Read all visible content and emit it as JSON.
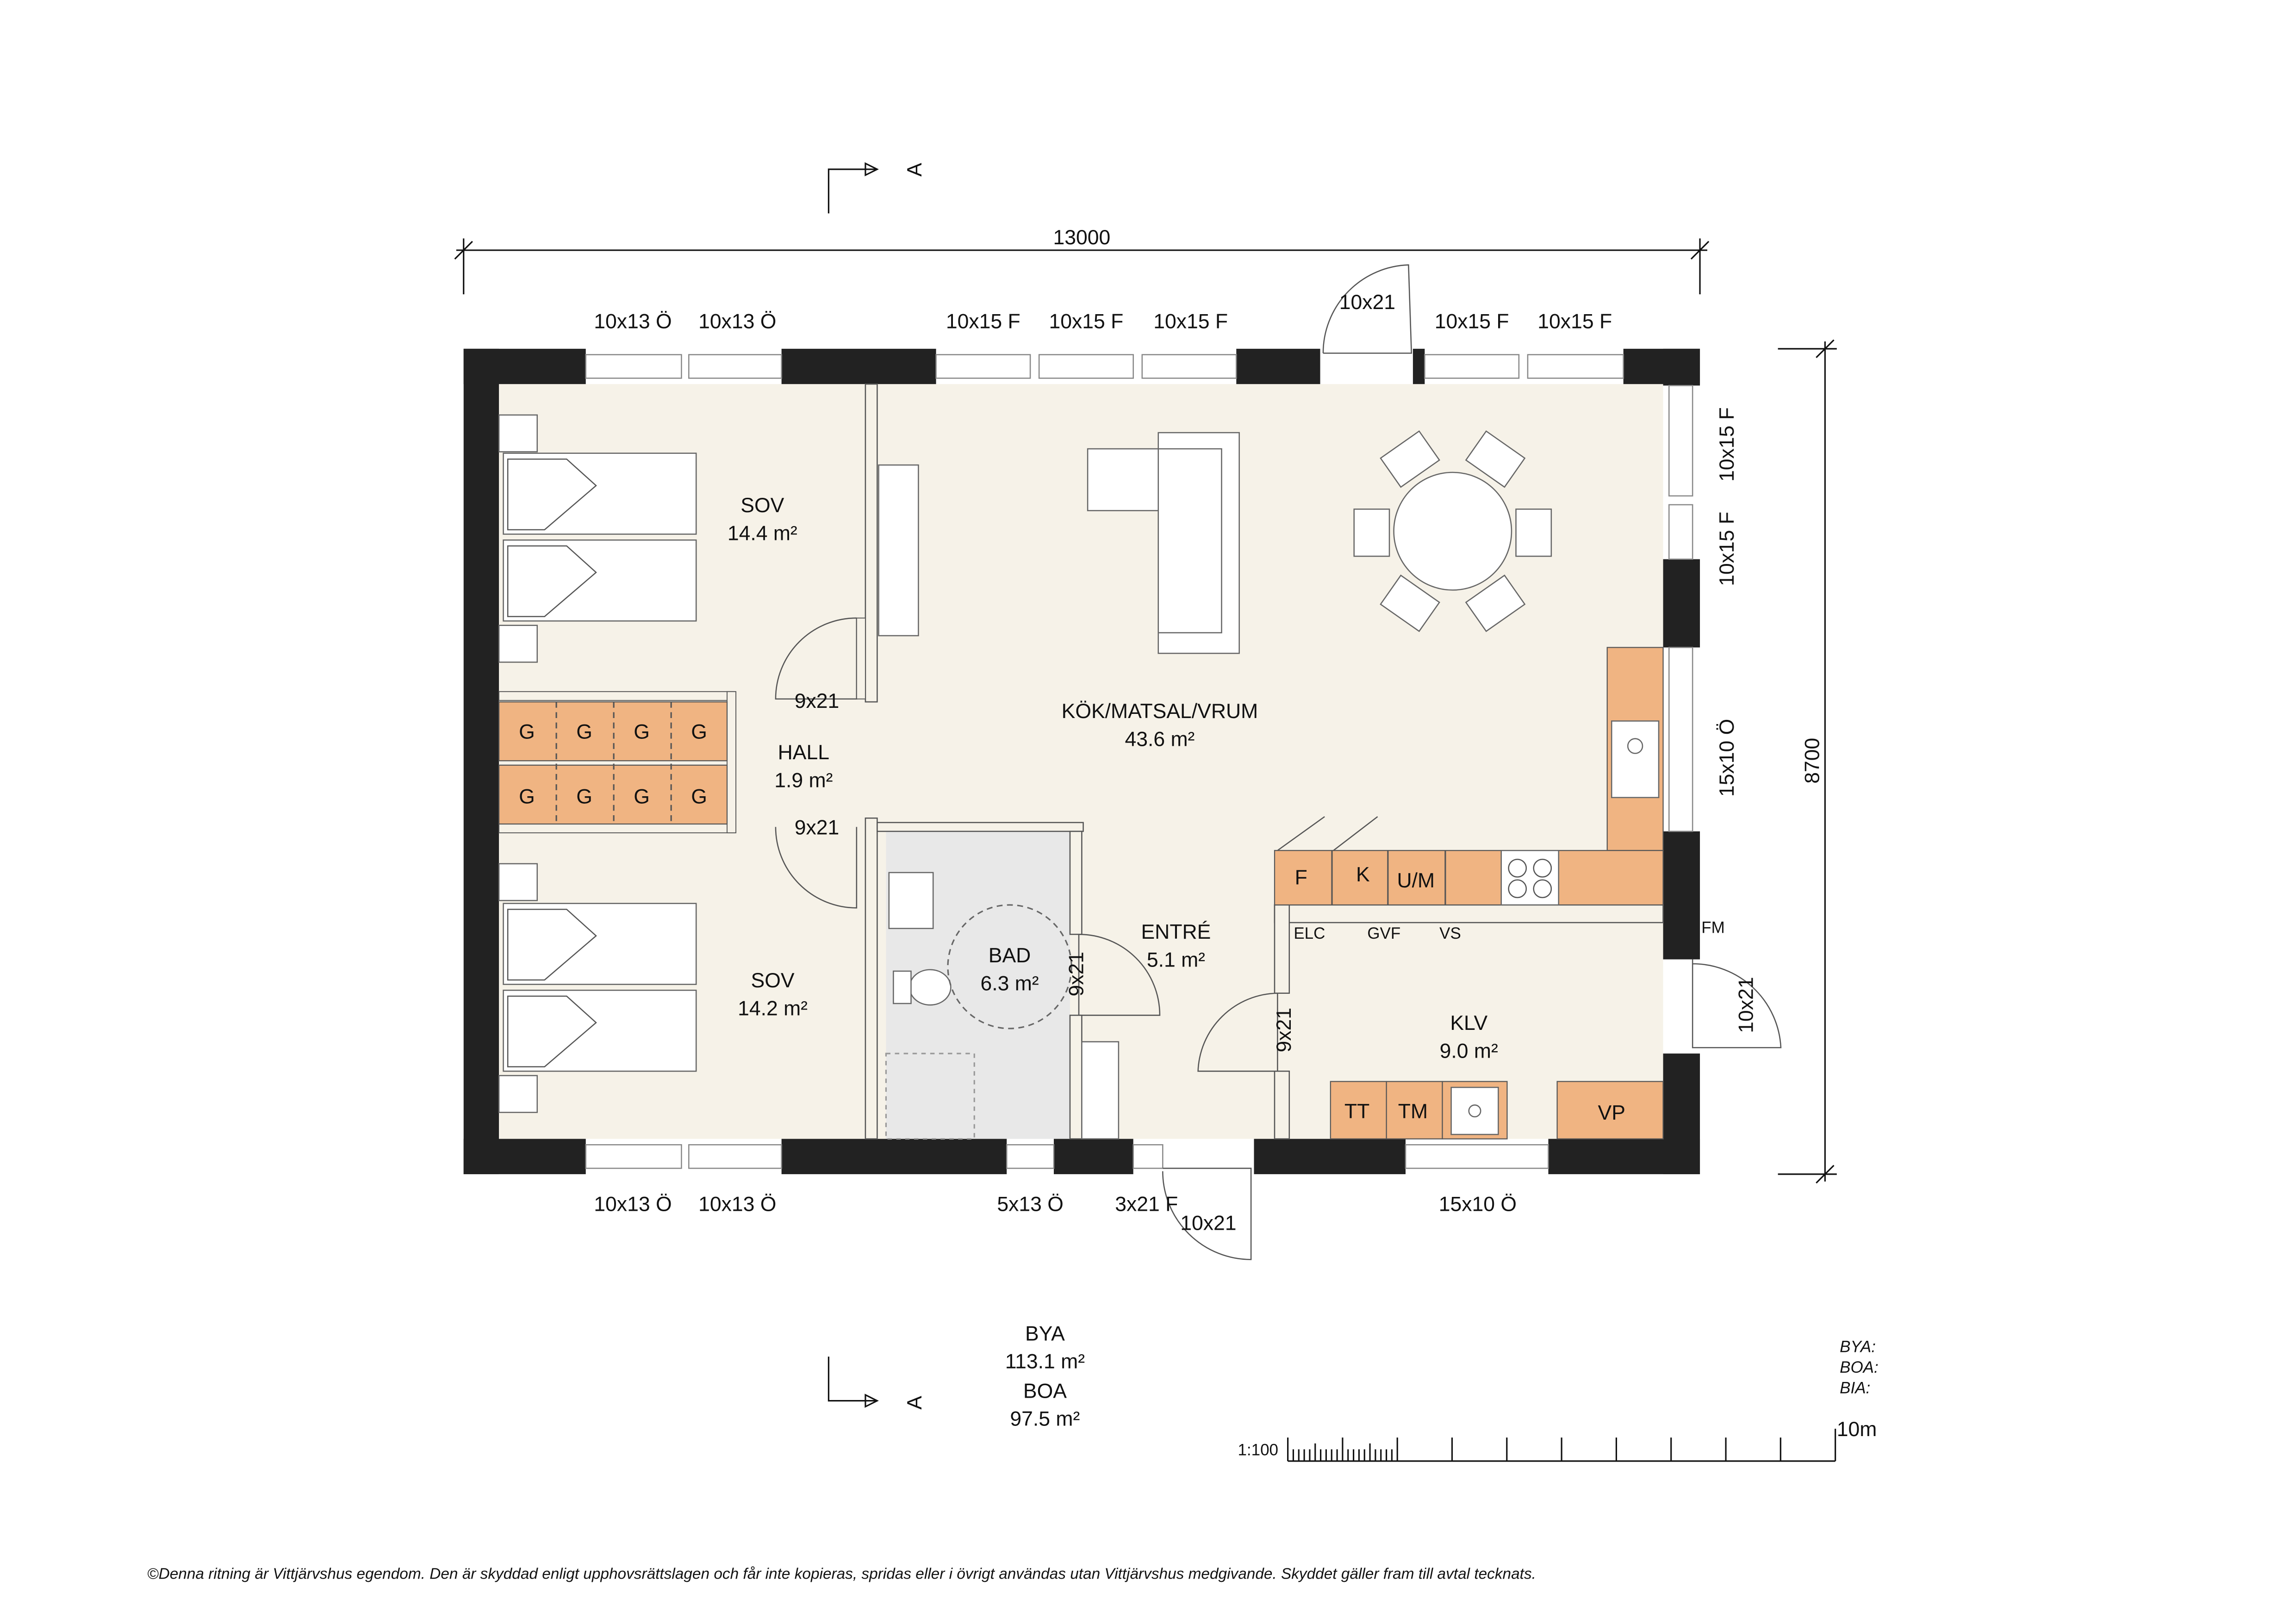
{
  "dimensions": {
    "width": "13000",
    "height": "8700"
  },
  "section_marker": "A",
  "rooms": [
    {
      "name": "SOV",
      "area": "14.4 m²"
    },
    {
      "name": "SOV",
      "area": "14.2 m²"
    },
    {
      "name": "HALL",
      "area": "1.9 m²"
    },
    {
      "name": "KÖK/MATSAL/VRUM",
      "area": "43.6 m²"
    },
    {
      "name": "BAD",
      "area": "6.3 m²"
    },
    {
      "name": "ENTRÉ",
      "area": "5.1 m²"
    },
    {
      "name": "KLV",
      "area": "9.0 m²"
    }
  ],
  "openings": {
    "top": [
      "10x13 Ö",
      "10x13 Ö",
      "10x15 F",
      "10x15 F",
      "10x15 F",
      "10x21",
      "10x15 F",
      "10x15 F"
    ],
    "right": [
      "10x15 F",
      "10x15 F",
      "15x10 Ö",
      "10x21"
    ],
    "bottom": [
      "10x13 Ö",
      "10x13 Ö",
      "5x13 Ö",
      "3x21 F",
      "10x21",
      "15x10 Ö"
    ],
    "interior": [
      "9x21",
      "9x21",
      "9x21",
      "9x21"
    ]
  },
  "wardrobe_label": "G",
  "kitchen": {
    "cabinets": [
      "F",
      "K",
      "U/M"
    ],
    "utility": [
      "ELC",
      "GVF",
      "VS"
    ],
    "fm": "FM"
  },
  "laundry": [
    "TT",
    "TM",
    "VP"
  ],
  "areas": {
    "bya_label": "BYA",
    "bya": "113.1 m²",
    "boa_label": "BOA",
    "boa": "97.5 m²"
  },
  "legend": [
    "BYA:",
    "BOA:",
    "BIA:"
  ],
  "scale": {
    "ratio": "1:100",
    "end": "10m"
  },
  "copyright": "©Denna ritning är Vittjärvshus egendom. Den är skyddad enligt upphovsrättslagen och får inte kopieras, spridas eller i övrigt användas utan Vittjärvshus medgivande. Skyddet gäller fram till avtal tecknats.",
  "colors": {
    "wall": "#222222",
    "floor": "#F6F2E8",
    "cabinet": "#F0B482",
    "bath": "#E8E8E8"
  }
}
